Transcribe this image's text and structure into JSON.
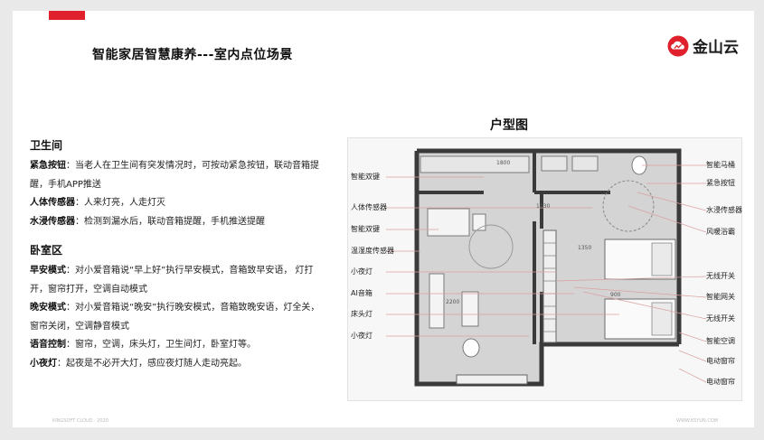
{
  "header": {
    "title": "智能家居智慧康养---室内点位场景"
  },
  "logo": {
    "text": "金山云",
    "icon": "cloud-logo-icon",
    "color": "#e0202c"
  },
  "floorplan_title": "户型图",
  "bathroom": {
    "heading": "卫生间",
    "items": [
      {
        "key": "紧急按钮",
        "text": "：当老人在卫生间有突发情况时，可按动紧急按钮，联动音箱提醒，手机APP推送"
      },
      {
        "key": "人体传感器",
        "text": "：人来灯亮，人走灯灭"
      },
      {
        "key": "水浸传感器",
        "text": "：检测到漏水后，联动音箱提醒，手机推送提醒"
      }
    ]
  },
  "bedroom": {
    "heading": "卧室区",
    "items": [
      {
        "key": "早安模式",
        "text": "：对小爱音箱说“早上好”执行早安模式，音箱致早安语， 灯打开，窗帘打开，空调自动模式"
      },
      {
        "key": "晚安模式",
        "text": "：对小爱音箱说“晚安”执行晚安模式，音箱致晚安语，灯全关，窗帘关闭，空调静音模式"
      },
      {
        "key": "语音控制",
        "text": "：窗帘，空调，床头灯，卫生间灯，卧室灯等。"
      },
      {
        "key": "小夜灯",
        "text": "：起夜是不必开大灯，感应夜灯随人走动亮起。"
      }
    ]
  },
  "plan_labels": {
    "left": [
      "智能双键",
      "人体传感器",
      "智能双键",
      "温湿度传感器",
      "小夜灯",
      "AI音箱",
      "床头灯",
      "小夜灯"
    ],
    "right": [
      "智能马桶",
      "紧急按钮",
      "水浸传感器",
      "风暖浴霸",
      "无线开关",
      "智能网关",
      "无线开关",
      "智能空调",
      "电动窗帘",
      "电动窗帘"
    ]
  },
  "dimensions": [
    "1800",
    "1350",
    "1030",
    "2200",
    "900"
  ],
  "footer": {
    "left": "KINGSOFT CLOUD · 2020",
    "right": "WWW.KSYUN.COM"
  }
}
